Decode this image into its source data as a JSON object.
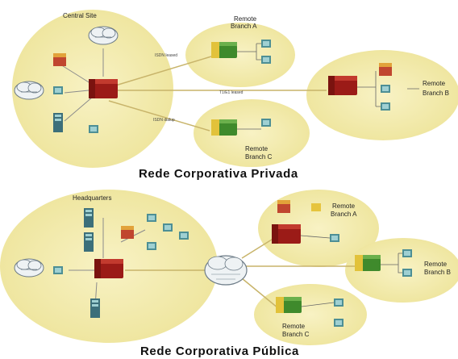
{
  "top": {
    "title": "Rede Corporativa Privada",
    "central_site": "Central Site",
    "remote_a_line1": "Remote",
    "remote_a_line2": "Branch A",
    "remote_b_line1": "Remote",
    "remote_b_line2": "Branch B",
    "remote_c_line1": "Remote",
    "remote_c_line2": "Branch C"
  },
  "bottom": {
    "title": "Rede Corporativa Pública",
    "headquarters": "Headquarters",
    "remote_a_line1": "Remote",
    "remote_a_line2": "Branch A",
    "remote_b_line1": "Remote",
    "remote_b_line2": "Branch B",
    "remote_c_line1": "Remote",
    "remote_c_line2": "Branch C"
  },
  "colors": {
    "ellipse": "#f5efb8",
    "router_red": "#9b1b17",
    "router_green": "#3f8a2c",
    "device_teal": "#4d8f95",
    "link": "#c8b46a"
  },
  "icons": [
    "router-icon",
    "switch-icon",
    "server-icon",
    "firewall-icon",
    "cloud-icon",
    "workstation-icon"
  ]
}
